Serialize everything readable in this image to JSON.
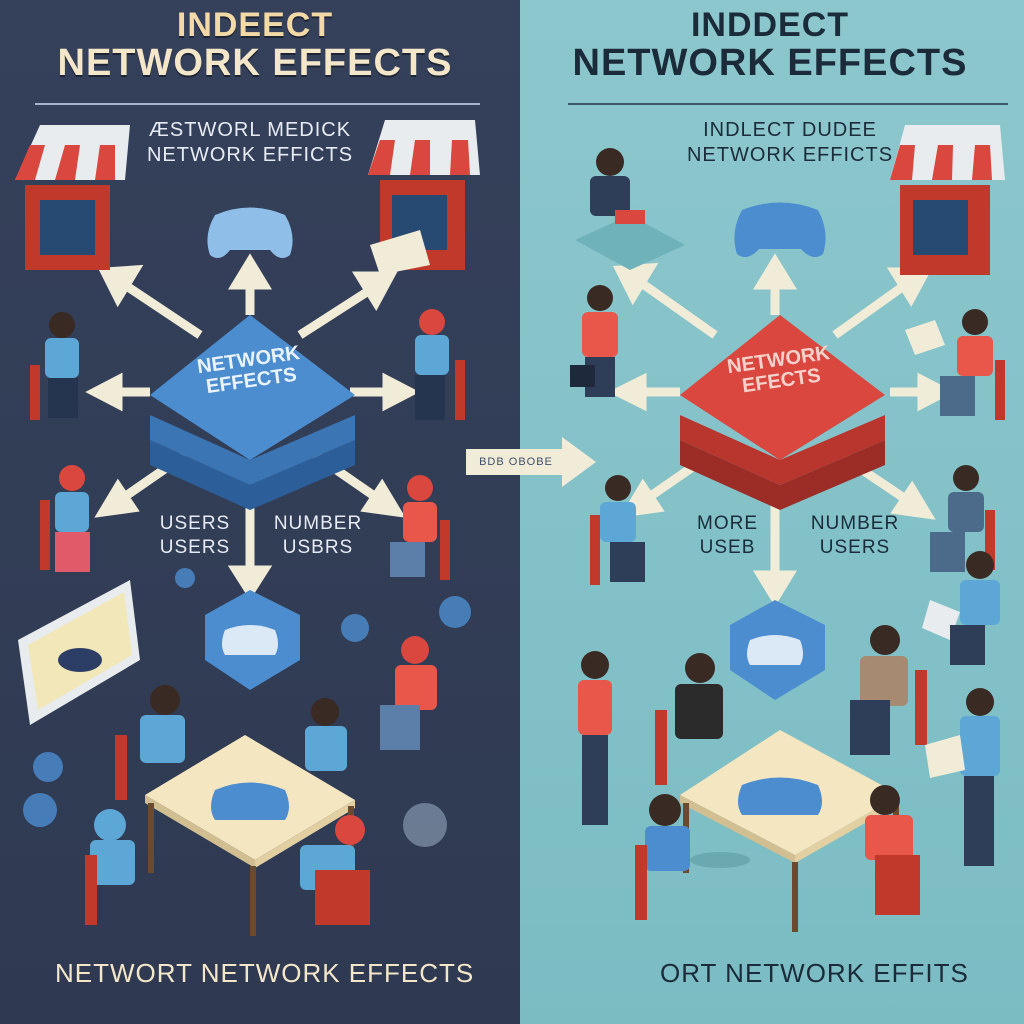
{
  "left_panel": {
    "title_line1": "INDEECT",
    "title_line2": "NETWORK EFFECTS",
    "subtitle_line1": "ÆSTWORL MEDICK",
    "subtitle_line2": "NETWORK EFFICTS",
    "hub_line1": "NETWORK",
    "hub_line2": "EFFECTS",
    "label_left_line1": "USERS",
    "label_left_line2": "USERS",
    "label_right_line1": "NUMBER",
    "label_right_line2": "USBRS",
    "footer": "NETWORT NETWORK EFFECTS",
    "colors": {
      "background": "#35405a",
      "hub": "#3f7fc0",
      "text": "#f3e6c9"
    }
  },
  "right_panel": {
    "title_line1": "INDDECT",
    "title_line2": "NETWORK EFFECTS",
    "subtitle_line1": "INDLECT DUDEE",
    "subtitle_line2": "NETWORK EFFICTS",
    "hub_line1": "NETWORK",
    "hub_line2": "EFECTS",
    "label_left_line1": "MORE",
    "label_left_line2": "USEB",
    "label_right_line1": "NUMBER",
    "label_right_line2": "USERS",
    "footer": "ORT NETWORK EFFITS",
    "colors": {
      "background": "#8cc7cd",
      "hub": "#d9473f",
      "text": "#1b2b3a"
    }
  },
  "middle_arrow": {
    "label": "BDB OBOBE"
  },
  "icons": [
    "storefront-icon",
    "gamepad-icon",
    "person-icon",
    "laptop-icon",
    "monitor-icon",
    "table-icon",
    "speech-bubble-icon"
  ]
}
